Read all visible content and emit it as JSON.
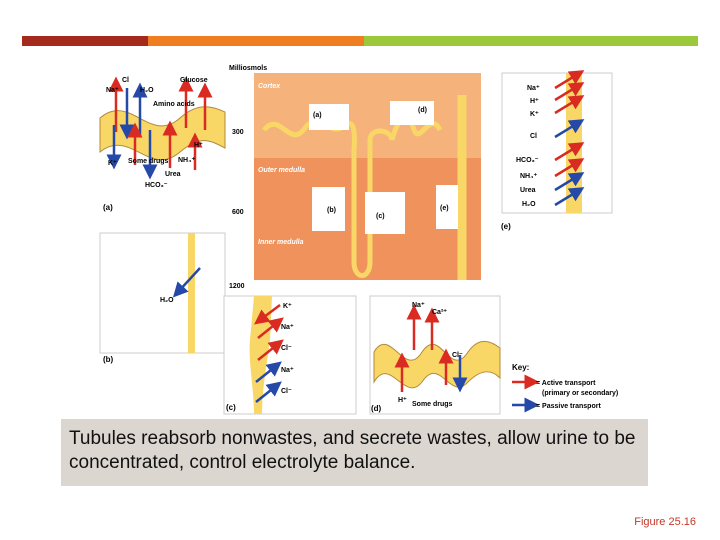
{
  "colors": {
    "bar_dark_red": "#a32a1d",
    "bar_orange": "#ef7d22",
    "bar_green": "#9cc93b",
    "tubule_yellow": "#f8d767",
    "cortex_orange": "#f6b27b",
    "medulla_orange": "#ef925c",
    "active_red": "#d92b22",
    "passive_blue": "#2449a8",
    "figure_ref_red": "#c0392b",
    "caption_bg": "#dcd6d0"
  },
  "kidney": {
    "scale_label": "Milliosmols",
    "ticks": [
      "300",
      "600",
      "1200"
    ],
    "cortex": "Cortex",
    "outer_medulla": "Outer medulla",
    "inner_medulla": "Inner medulla",
    "markers": [
      "(a)",
      "(d)",
      "(b)",
      "(c)",
      "(e)"
    ]
  },
  "panel_a": {
    "label": "(a)",
    "top_labels": [
      "Cl",
      "Na⁺",
      "H₂O",
      "Glucose",
      "Amino acids"
    ],
    "bottom_labels": [
      "H⁺",
      "K⁺",
      "Some drugs",
      "NH₄⁺",
      "Urea",
      "HCO₃⁻"
    ]
  },
  "panel_b": {
    "label": "(b)",
    "molecule": "H₂O"
  },
  "panel_c": {
    "label": "(c)",
    "ions": [
      "K⁺",
      "Na⁺",
      "Cl⁻",
      "Na⁺",
      "Cl⁻"
    ]
  },
  "panel_d": {
    "label": "(d)",
    "top_labels": [
      "Na⁺",
      "Ca²⁺",
      "Cl⁻"
    ],
    "bottom_labels": [
      "H⁺",
      "Some drugs"
    ]
  },
  "panel_e": {
    "label": "(e)",
    "ions": [
      "Na⁺",
      "H⁺",
      "K⁺",
      "Cl",
      "HCO₃⁻",
      "NH₄⁺",
      "Urea",
      "H₂O"
    ]
  },
  "key": {
    "title": "Key:",
    "active": "= Active transport",
    "active_sub": "(primary or secondary)",
    "passive": "= Passive transport"
  },
  "caption": "Tubules reabsorb nonwastes, and secrete wastes, allow urine to be concentrated, control electrolyte balance.",
  "figure_ref": "Figure 25.16"
}
